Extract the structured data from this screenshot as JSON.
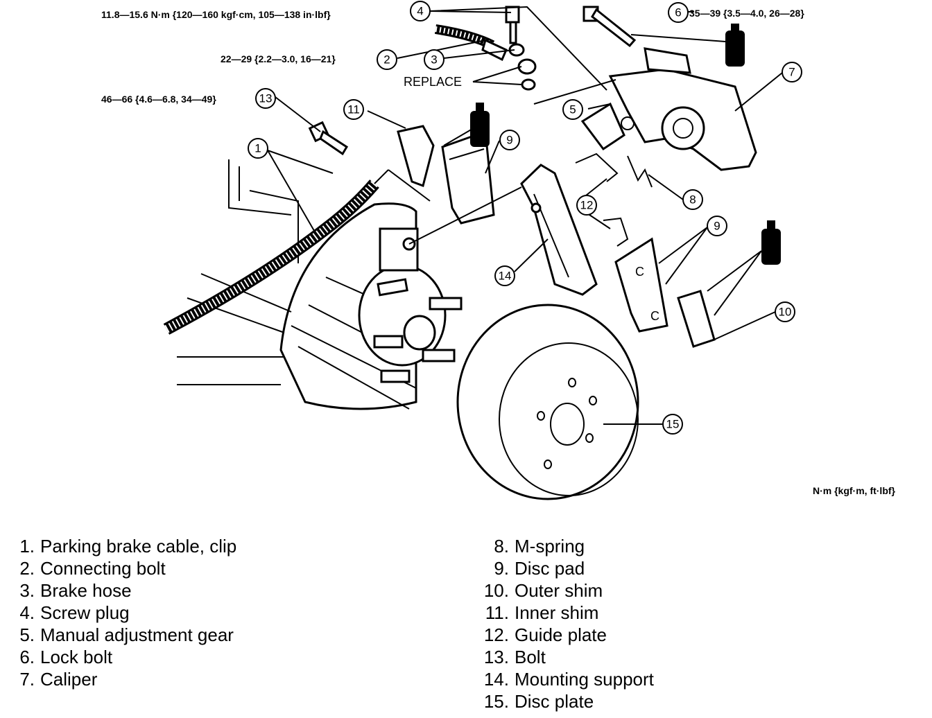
{
  "torques": {
    "screw_plug": "11.8—15.6 N·m {120—160 kgf·cm, 105—138 in·lbf}",
    "lock_bolt": "35—39 {3.5—4.0, 26—28}",
    "connecting_bolt": "22—29 {2.2—3.0, 16—21}",
    "bolt_13": "46—66 {4.6—6.8, 34—49}",
    "unit_note": "N·m {kgf·m, ft·lbf}"
  },
  "annotations": {
    "replace": "REPLACE"
  },
  "callouts": [
    "1",
    "2",
    "3",
    "4",
    "5",
    "6",
    "7",
    "8",
    "9",
    "10",
    "11",
    "12",
    "13",
    "14",
    "15"
  ],
  "legend": {
    "left": [
      {
        "num": "1.",
        "text": "Parking brake cable, clip"
      },
      {
        "num": "2.",
        "text": "Connecting bolt"
      },
      {
        "num": "3.",
        "text": "Brake hose"
      },
      {
        "num": "4.",
        "text": "Screw plug"
      },
      {
        "num": "5.",
        "text": "Manual adjustment gear"
      },
      {
        "num": "6.",
        "text": "Lock bolt"
      },
      {
        "num": "7.",
        "text": "Caliper"
      }
    ],
    "right": [
      {
        "num": "8.",
        "text": "M-spring"
      },
      {
        "num": "9.",
        "text": "Disc pad"
      },
      {
        "num": "10.",
        "text": "Outer shim"
      },
      {
        "num": "11.",
        "text": "Inner shim"
      },
      {
        "num": "12.",
        "text": "Guide plate"
      },
      {
        "num": "13.",
        "text": "Bolt"
      },
      {
        "num": "14.",
        "text": "Mounting support"
      },
      {
        "num": "15.",
        "text": "Disc plate"
      }
    ]
  }
}
